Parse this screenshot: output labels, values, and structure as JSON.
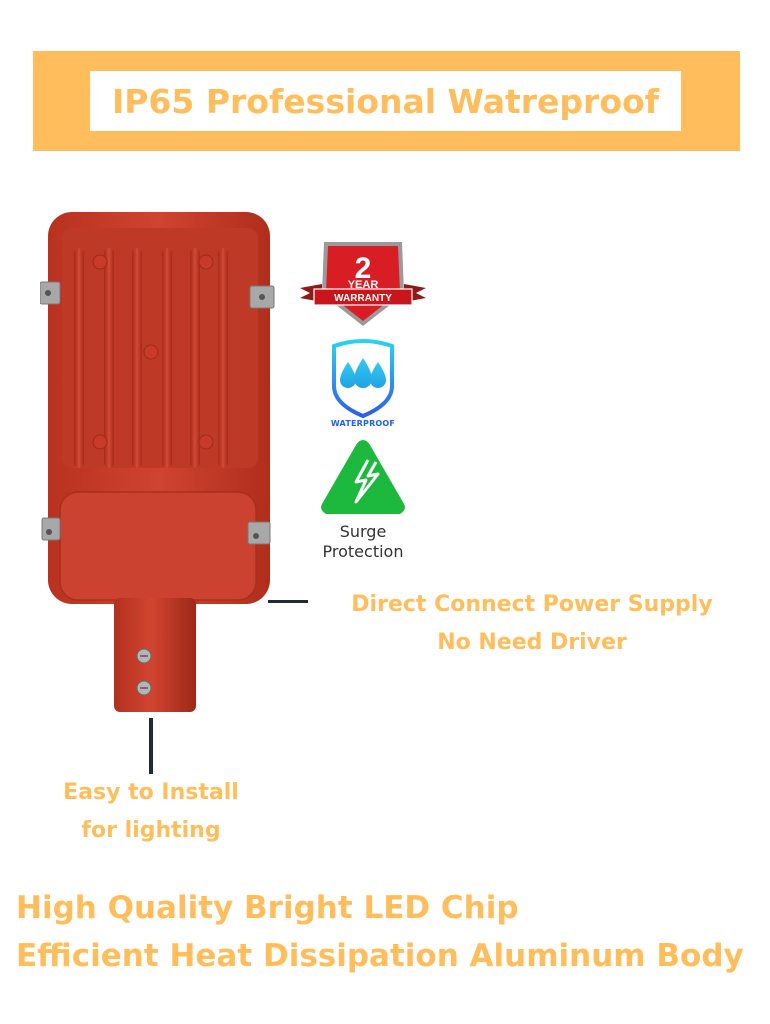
{
  "banner": {
    "title": "IP65 Professional Watreproof",
    "color": "#FFBE5B"
  },
  "product": {
    "image": "led-street-light-housing",
    "body_color": "#C8392B"
  },
  "badges": {
    "warranty": {
      "number": "2",
      "line1": "YEAR",
      "line2": "WARRANTY",
      "icon": "warranty-shield-icon"
    },
    "waterproof": {
      "label": "WATERPROOF",
      "icon": "water-drops-shield-icon"
    },
    "surge": {
      "line1": "Surge",
      "line2": "Protection",
      "icon": "lightning-triangle-icon"
    }
  },
  "callouts": {
    "power": {
      "line1": "Direct Connect Power Supply",
      "line2": "No Need Driver"
    },
    "install": {
      "line1": "Easy to Install",
      "line2": "for lighting"
    }
  },
  "features": [
    "High Quality Bright LED Chip",
    "Efficient Heat Dissipation Aluminum Body"
  ]
}
